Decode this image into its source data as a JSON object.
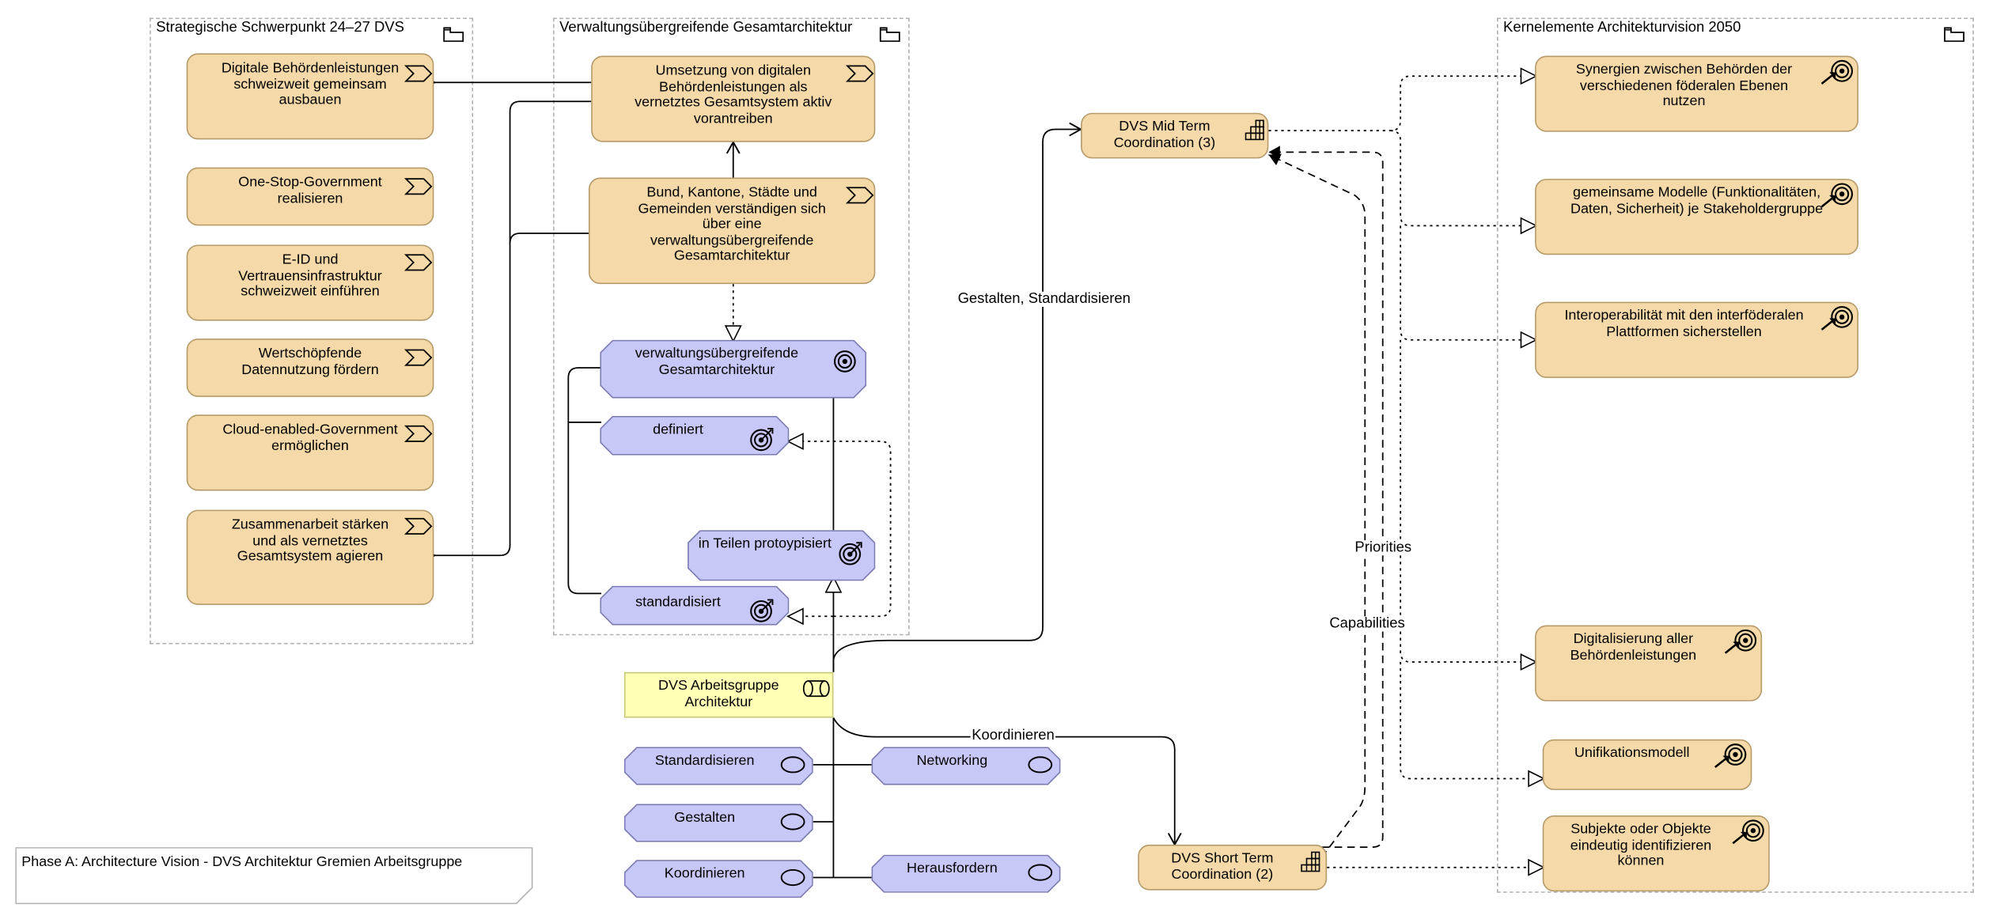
{
  "groups": {
    "strategic": {
      "label": "Strategische Schwerpunkt 24–27 DVS"
    },
    "architecture": {
      "label": "Verwaltungsübergreifende Gesamtarchitektur"
    },
    "vision": {
      "label": "Kernelemente Architekturvision 2050"
    }
  },
  "drivers": [
    {
      "label": "Digitale Behördenleistungen schweizweit gemeinsam ausbauen"
    },
    {
      "label": "One-Stop-Government realisieren"
    },
    {
      "label": "E-ID und Vertrauensinfrastruktur schweizweit einführen"
    },
    {
      "label": "Wertschöpfende Datennutzung fördern"
    },
    {
      "label": "Cloud-enabled-Government ermöglichen"
    },
    {
      "label": "Zusammenarbeit stärken und als vernetztes Gesamtsystem agieren"
    }
  ],
  "arch_drivers": [
    {
      "label": "Umsetzung von digitalen Behördenleistungen als vernetztes Gesamtsystem aktiv vorantreiben"
    },
    {
      "label": "Bund, Kantone, Städte und Gemeinden verständigen sich über eine verwaltungsübergreifende Gesamtarchitektur"
    }
  ],
  "outcomes": [
    {
      "label": "verwaltungsübergreifende Gesamtarchitektur"
    },
    {
      "label": "definiert"
    },
    {
      "label": "in Teilen protoypisiert"
    },
    {
      "label": "standardisiert"
    }
  ],
  "actor": {
    "label": "DVS Arbeitsgruppe Architektur"
  },
  "services": [
    {
      "label": "Standardisieren"
    },
    {
      "label": "Networking"
    },
    {
      "label": "Gestalten"
    },
    {
      "label": "Koordinieren"
    },
    {
      "label": "Herausfordern"
    }
  ],
  "work_packages": [
    {
      "label": "DVS Mid Term Coordination (3)"
    },
    {
      "label": "DVS Short Term Coordination (2)"
    }
  ],
  "goals": [
    {
      "label": "Synergien zwischen Behörden der verschiedenen föderalen Ebenen nutzen"
    },
    {
      "label": "gemeinsame Modelle (Funktionalitäten, Daten, Sicherheit) je Stakeholdergruppe"
    },
    {
      "label": "Interoperabilität mit den interföderalen Plattformen sicherstellen"
    },
    {
      "label": "Digitalisierung aller Behördenleistungen"
    },
    {
      "label": "Unifikationsmodell"
    },
    {
      "label": "Subjekte oder Objekte eindeutig identifizieren können"
    }
  ],
  "edge_labels": {
    "gestalten": "Gestalten, Standardisieren",
    "koordinieren": "Koordinieren",
    "priorities": "Priorities",
    "capabilities": "Capabilities"
  },
  "note": {
    "label": "Phase A: Architecture Vision - DVS Architektur Gremien Arbeitsgruppe"
  },
  "colors": {
    "motivation": "#f5d9a8",
    "outcome": "#c8c8f8",
    "actor": "#ffffb5",
    "line": "#000000",
    "group_border": "#b0b0b0"
  },
  "icons": {
    "driver": "driver-chevron-icon",
    "goal": "goal-target-icon",
    "outcome": "outcome-target-arrow-icon",
    "actor": "role-cylinder-icon",
    "service": "service-oval-icon",
    "work_package": "plateau-icon",
    "group": "folder-icon"
  }
}
